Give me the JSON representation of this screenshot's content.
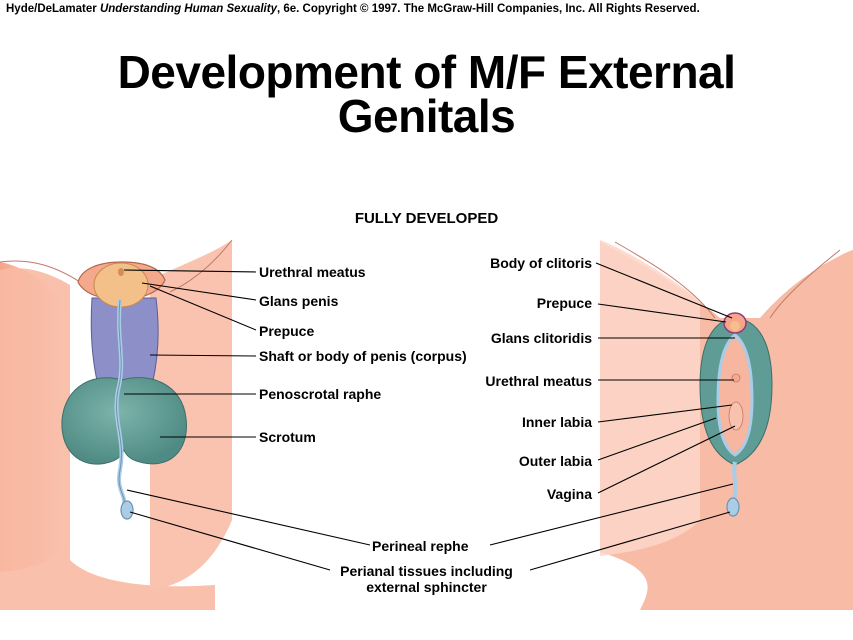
{
  "header": {
    "credit_authors": "Hyde/DeLamater",
    "credit_book": "Understanding Human Sexuality",
    "credit_rest": ", 6e.  Copyright © 1997. The McGraw-Hill Companies, Inc. All Rights Reserved."
  },
  "title_line1": "Development of M/F External",
  "title_line2": "Genitals",
  "subtitle": "FULLY DEVELOPED",
  "male_labels": {
    "urethral_meatus": "Urethral meatus",
    "glans_penis": "Glans penis",
    "prepuce": "Prepuce",
    "shaft": "Shaft or body of penis (corpus)",
    "penoscrotal_raphe": "Penoscrotal  raphe",
    "scrotum": "Scrotum"
  },
  "female_labels": {
    "body_of_clitoris": "Body of clitoris",
    "prepuce": "Prepuce",
    "glans_clitoridis": "Glans clitoridis",
    "urethral_meatus": "Urethral meatus",
    "inner_labia": "Inner labia",
    "outer_labia": "Outer labia",
    "vagina": "Vagina"
  },
  "shared_labels": {
    "perineal_raphe": "Perineal rephe",
    "perianal_line1": "Perianal tissues including",
    "perianal_line2": "external sphincter"
  },
  "colors": {
    "skin": "#f6a98f",
    "skin_light": "#fde3d8",
    "scrotum": "#5f9c95",
    "shaft": "#8d8fc8",
    "glans": "#f3c08a",
    "raphe": "#a9cde6"
  }
}
